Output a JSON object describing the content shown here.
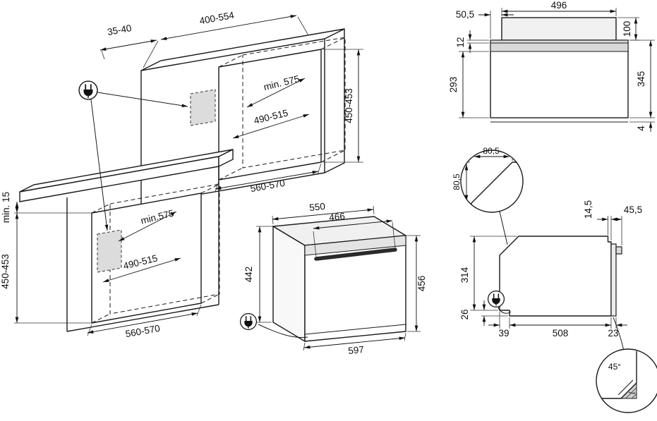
{
  "scene": {
    "plug_icon": "power-plug",
    "tall_cabinet": {
      "width_range": "400-554",
      "side_gap": "35-40",
      "niche_height": "450-453",
      "min_depth": "min. 575",
      "inner_width": "490-515",
      "outer_width": "560-570"
    },
    "base_cabinet": {
      "top_gap": "min. 15",
      "min_depth": "min.575",
      "inner_width": "490-515",
      "niche_height": "450-453",
      "outer_width": "560-570"
    },
    "oven": {
      "top_width": "550",
      "handle_width": "466",
      "rear_height": "442",
      "front_height": "456",
      "total_width": "597"
    }
  },
  "front_view": {
    "offset_left": "50,5",
    "upstand_width": "496",
    "upstand_height": "100",
    "lip": "12",
    "body_height": "293",
    "total_height": "345",
    "bottom_gap": "4"
  },
  "side_view": {
    "chamfer_width": "80,5",
    "chamfer_height": "80,5",
    "top_step": "14,5",
    "front_protrusion": "45,5",
    "upper_height": "314",
    "lower_height": "26",
    "depth_rear": "39",
    "depth_body": "508",
    "depth_front": "23",
    "corner_angle": "45°"
  },
  "colors": {
    "line": "#1a1a1a",
    "band_shade": "#d9d9d9",
    "socket_shade": "#dcdcdc"
  }
}
